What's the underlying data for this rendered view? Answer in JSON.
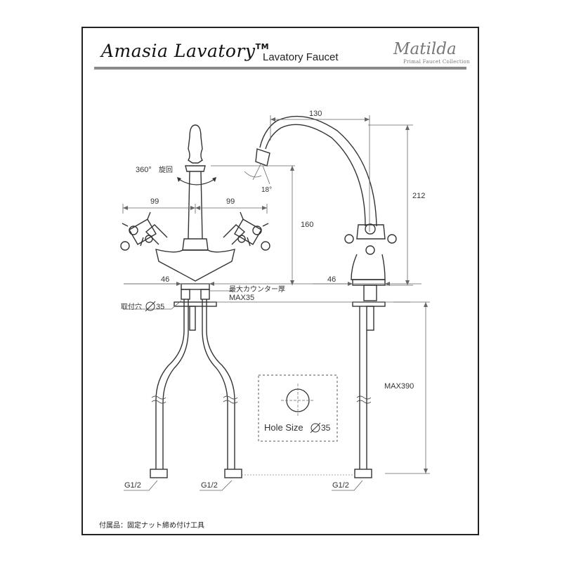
{
  "header": {
    "brand": "Amasia Lavatory",
    "trademark": "TM",
    "subtitle": "Lavatory Faucet",
    "collection_logo": "Matilda",
    "collection_tagline": "Primal Faucet Collection"
  },
  "dimensions": {
    "spout_reach": "130",
    "total_height": "212",
    "spout_height": "160",
    "handle_left": "99",
    "handle_right": "99",
    "base_front": "46",
    "base_side": "46",
    "swivel": "360°",
    "swivel_label": "旋回",
    "aerator_angle": "18°",
    "mount_hole": "取付穴",
    "mount_hole_dia": "35",
    "counter_label": "最大カウンター厚",
    "counter_max": "MAX35",
    "supply_max": "MAX390",
    "thread_1": "G1/2",
    "thread_2": "G1/2",
    "thread_3": "G1/2"
  },
  "hole_box": {
    "label": "Hole Size",
    "dia": "35"
  },
  "footnote": "付属品：固定ナット締め付け工具",
  "colors": {
    "frame": "#222222",
    "line": "#333333",
    "dim": "#666666",
    "header_rule": "#8a8a8a"
  }
}
